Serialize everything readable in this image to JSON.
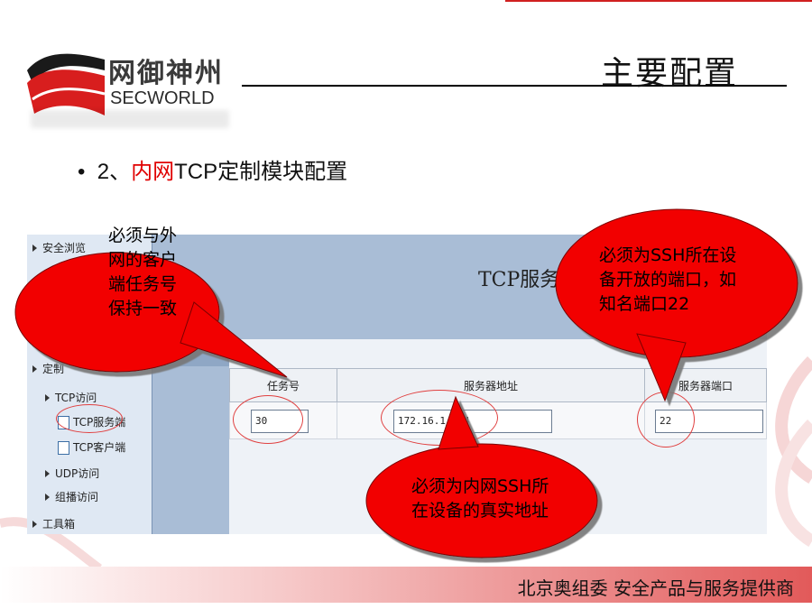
{
  "header": {
    "logo_cn": "网御神州",
    "logo_en": "SECWORLD",
    "page_title": "主要配置"
  },
  "bullet": {
    "prefix": "2、",
    "red": "内网",
    "suffix": "TCP定制模块配置"
  },
  "screenshot": {
    "sidebar": {
      "items": [
        {
          "label": "安全浏览"
        },
        {
          "label": "定制"
        },
        {
          "label": "TCP访问"
        },
        {
          "label": "TCP服务端"
        },
        {
          "label": "TCP客户端"
        },
        {
          "label": "UDP访问"
        },
        {
          "label": "组播访问"
        },
        {
          "label": "工具箱"
        }
      ]
    },
    "title": "TCP服务器",
    "columns": [
      "任务号",
      "服务器地址",
      "服务器端口"
    ],
    "row": {
      "task_no": "30",
      "server_address": "172.16.1.254",
      "server_port": "22"
    }
  },
  "callouts": {
    "left": "必须与外网的客户端任务号保持一致",
    "right": "必须为SSH所在设备开放的端口，如知名端口22",
    "bottom": "必须为内网SSH所在设备的真实地址"
  },
  "footer": {
    "text": "北京奥组委  安全产品与服务提供商"
  },
  "colors": {
    "accent_red": "#e00000",
    "callout_fill": "#f20000"
  }
}
